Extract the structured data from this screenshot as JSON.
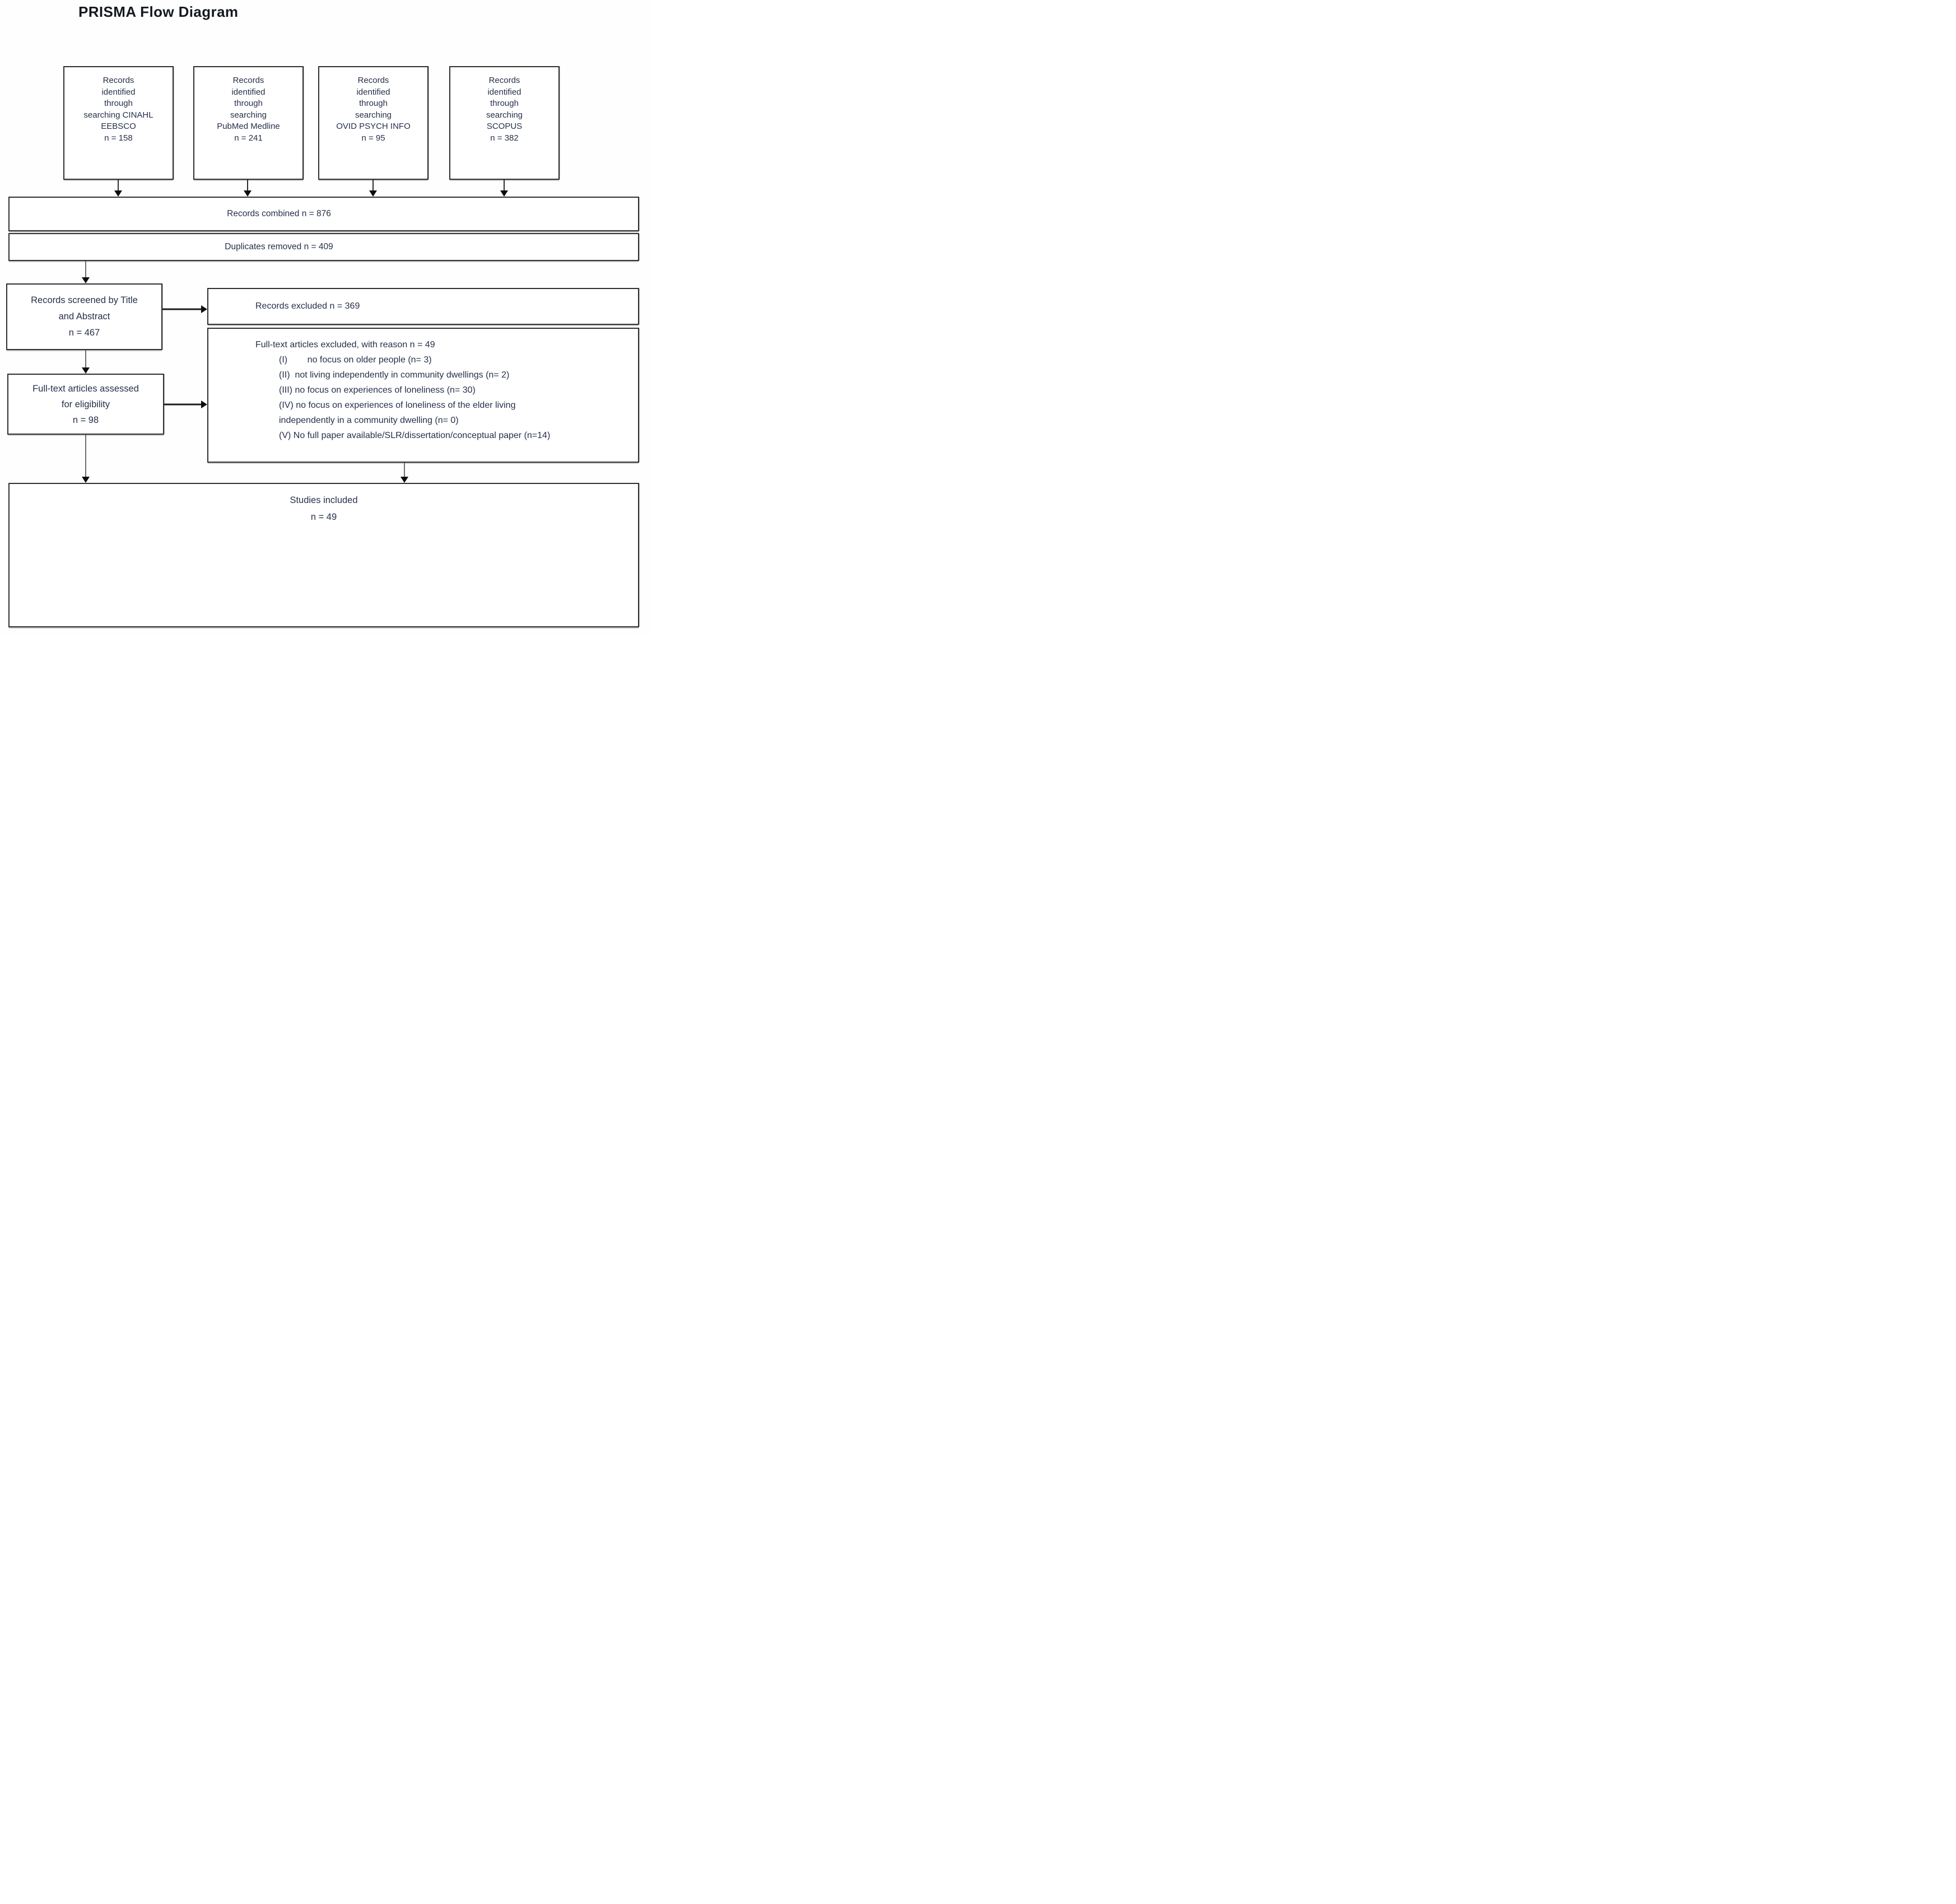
{
  "title": "PRISMA Flow Diagram",
  "colors": {
    "text": "#26304a",
    "border": "#303030",
    "arrow": "#0d0d0d",
    "background": "#fefefe"
  },
  "source_boxes": [
    {
      "name": "cinahl",
      "lines": [
        "Records",
        "identified",
        "through",
        "searching CINAHL",
        "EEBSCO",
        "n = 158"
      ]
    },
    {
      "name": "pubmed",
      "lines": [
        "Records",
        "identified",
        "through",
        "searching",
        "PubMed Medline",
        "n = 241"
      ]
    },
    {
      "name": "ovid",
      "lines": [
        "Records",
        "identified",
        "through",
        "searching",
        "OVID PSYCH INFO",
        "n = 95"
      ]
    },
    {
      "name": "scopus",
      "lines": [
        "Records",
        "identified",
        "through",
        "searching",
        "SCOPUS",
        "n = 382"
      ]
    }
  ],
  "combined": {
    "label": "Records combined n = 876"
  },
  "duplicates": {
    "label": "Duplicates removed n = 409"
  },
  "screened": {
    "lines": [
      "Records screened by Title",
      "and Abstract",
      "n = 467"
    ]
  },
  "records_excluded": {
    "label": "Records excluded n = 369"
  },
  "fulltext_excluded": {
    "heading": "Full-text articles excluded, with reason n = 49",
    "reasons": [
      "(I)        no focus on older people (n= 3)",
      "(II)  not living independently in community dwellings (n= 2)",
      "(III) no focus on experiences of loneliness (n= 30)",
      "(IV) no focus on experiences of loneliness of the elder living",
      "independently in a community dwelling (n= 0)",
      "(V) No full paper available/SLR/dissertation/conceptual paper (n=14)"
    ]
  },
  "assessed": {
    "lines": [
      "Full-text articles assessed",
      "for eligibility",
      "n = 98"
    ]
  },
  "included": {
    "lines": [
      "Studies included",
      "n = 49"
    ]
  }
}
